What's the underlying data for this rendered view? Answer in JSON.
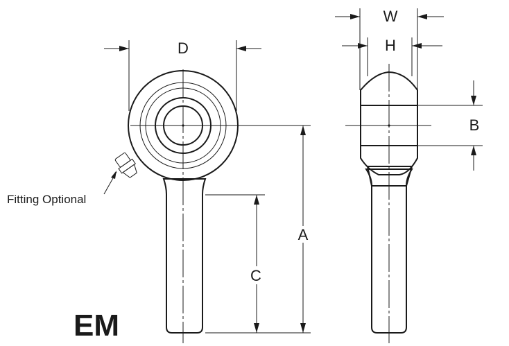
{
  "diagram": {
    "series_label": "EM",
    "note": "Fitting Optional",
    "dimensions": {
      "A": "A",
      "B": "B",
      "C": "C",
      "D": "D",
      "H": "H",
      "W": "W"
    },
    "colors": {
      "series": "#1aa7d6",
      "body_fill": "#cfcfcf",
      "ball_fill": "#e6e6e6",
      "line": "#1a1a1a"
    }
  }
}
